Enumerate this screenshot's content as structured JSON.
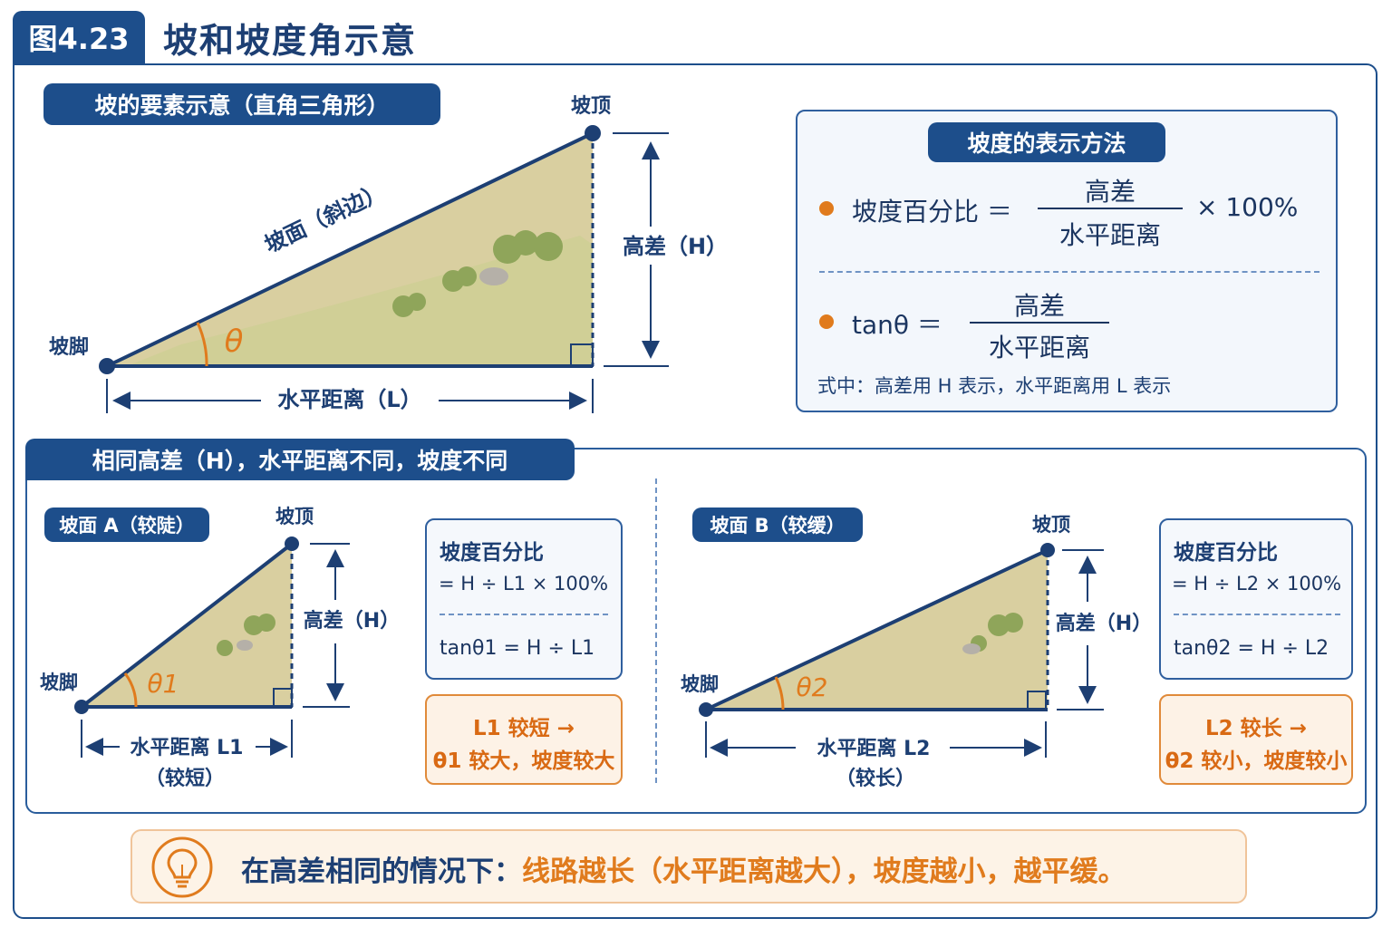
{
  "figure": {
    "number": "图4.23",
    "title": "坡和坡度角示意"
  },
  "section1": {
    "title": "坡的要素示意（直角三角形）",
    "top_label": "坡顶",
    "foot_label": "坡脚",
    "slope_label": "坡面（斜边）",
    "height_label": "高差（H）",
    "angle": "θ",
    "base_label": "水平距离（L）"
  },
  "formulas": {
    "title": "坡度的表示方法",
    "f1_lhs": "坡度百分比 ＝",
    "f1_num": "高差",
    "f1_den": "水平距离",
    "f1_tail": "× 100%",
    "f2_lhs": "tanθ ＝",
    "f2_num": "高差",
    "f2_den": "水平距离",
    "note": "式中：高差用 H 表示，水平距离用 L 表示"
  },
  "section2": {
    "title": "相同高差（H），水平距离不同，坡度不同",
    "a": {
      "pill": "坡面 A（较陡）",
      "top": "坡顶",
      "foot": "坡脚",
      "height": "高差（H）",
      "angle": "θ1",
      "base": "水平距离 L1",
      "base_note": "（较短）",
      "info_title": "坡度百分比",
      "info_line1": "= H ÷ L1 × 100%",
      "info_line2": "tanθ1 = H ÷ L1",
      "conclusion_line1": "L1 较短 →",
      "conclusion_line2": "θ1 较大，坡度较大"
    },
    "b": {
      "pill": "坡面 B（较缓）",
      "top": "坡顶",
      "foot": "坡脚",
      "height": "高差（H）",
      "angle": "θ2",
      "base": "水平距离 L2",
      "base_note": "（较长）",
      "info_title": "坡度百分比",
      "info_line1": "= H ÷ L2 × 100%",
      "info_line2": "tanθ2 = H ÷ L2",
      "conclusion_line1": "L2 较长 →",
      "conclusion_line2": "θ2 较小，坡度较小"
    }
  },
  "summary": {
    "lead": "在高差相同的情况下：",
    "highlight": "线路越长（水平距离越大），坡度越小，越平缓。",
    "icon": "lightbulb-icon"
  },
  "colors": {
    "navy": "#1d4e8b",
    "orange": "#e07b1d",
    "slope_fill": "#d9cfa0",
    "grass": "#8fa55a"
  }
}
